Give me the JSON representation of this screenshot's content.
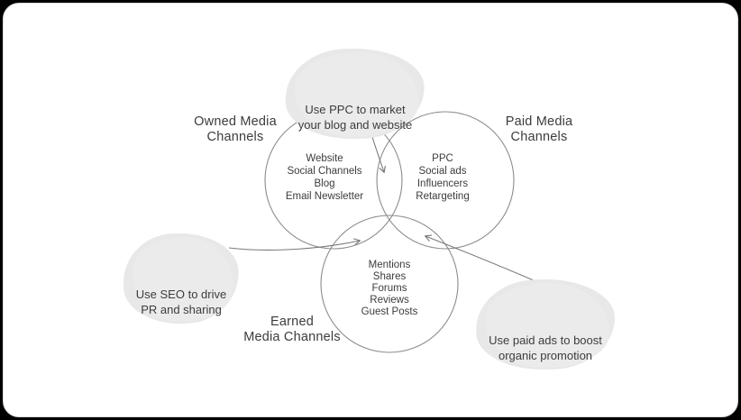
{
  "titles": {
    "owned": [
      "Owned Media",
      "Channels"
    ],
    "paid": [
      "Paid Media",
      "Channels"
    ],
    "earned": [
      "Earned",
      "Media Channels"
    ]
  },
  "circles": {
    "owned_items": [
      "Website",
      "Social Channels",
      "Blog",
      "Email Newsletter"
    ],
    "paid_items": [
      "PPC",
      "Social ads",
      "Influencers",
      "Retargeting"
    ],
    "earned_items": [
      "Mentions",
      "Shares",
      "Forums",
      "Reviews",
      "Guest Posts"
    ]
  },
  "annotations": {
    "ppc": [
      "Use PPC to market",
      "your blog and website"
    ],
    "seo": [
      "Use SEO to drive",
      "PR and sharing"
    ],
    "paid_ads": [
      "Use paid ads to boost",
      "organic promotion"
    ]
  },
  "colors": {
    "page_bg": "#000000",
    "card_bg": "#ffffff",
    "circle_stroke": "#8c8c8c",
    "arrow_stroke": "#7a7a7a",
    "text": "#3c3c3c",
    "highlight": "#e8e8e8"
  }
}
